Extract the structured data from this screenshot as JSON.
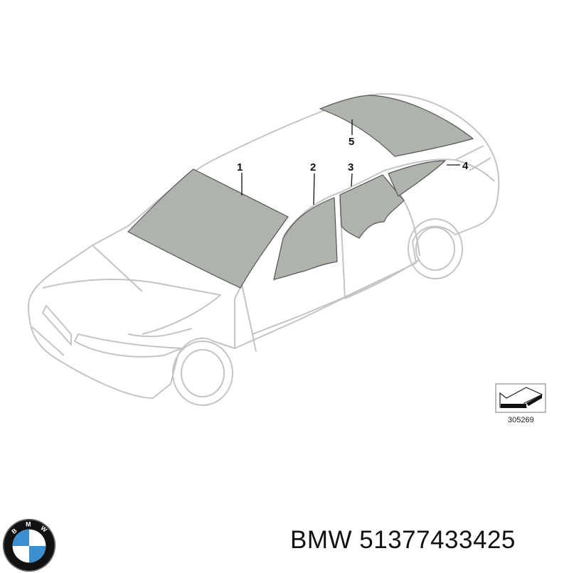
{
  "diagram": {
    "callouts": [
      "1",
      "2",
      "3",
      "4",
      "5"
    ],
    "reference_number": "305269",
    "glass_color": "#aeb3ab",
    "outline_color": "#c4c4c4"
  },
  "brand": {
    "logo_letters": "BMW",
    "logo_colors": {
      "blue": "#3a8fd0",
      "ring": "#111111",
      "white": "#ffffff"
    }
  },
  "part_label": "BMW 51377433425"
}
